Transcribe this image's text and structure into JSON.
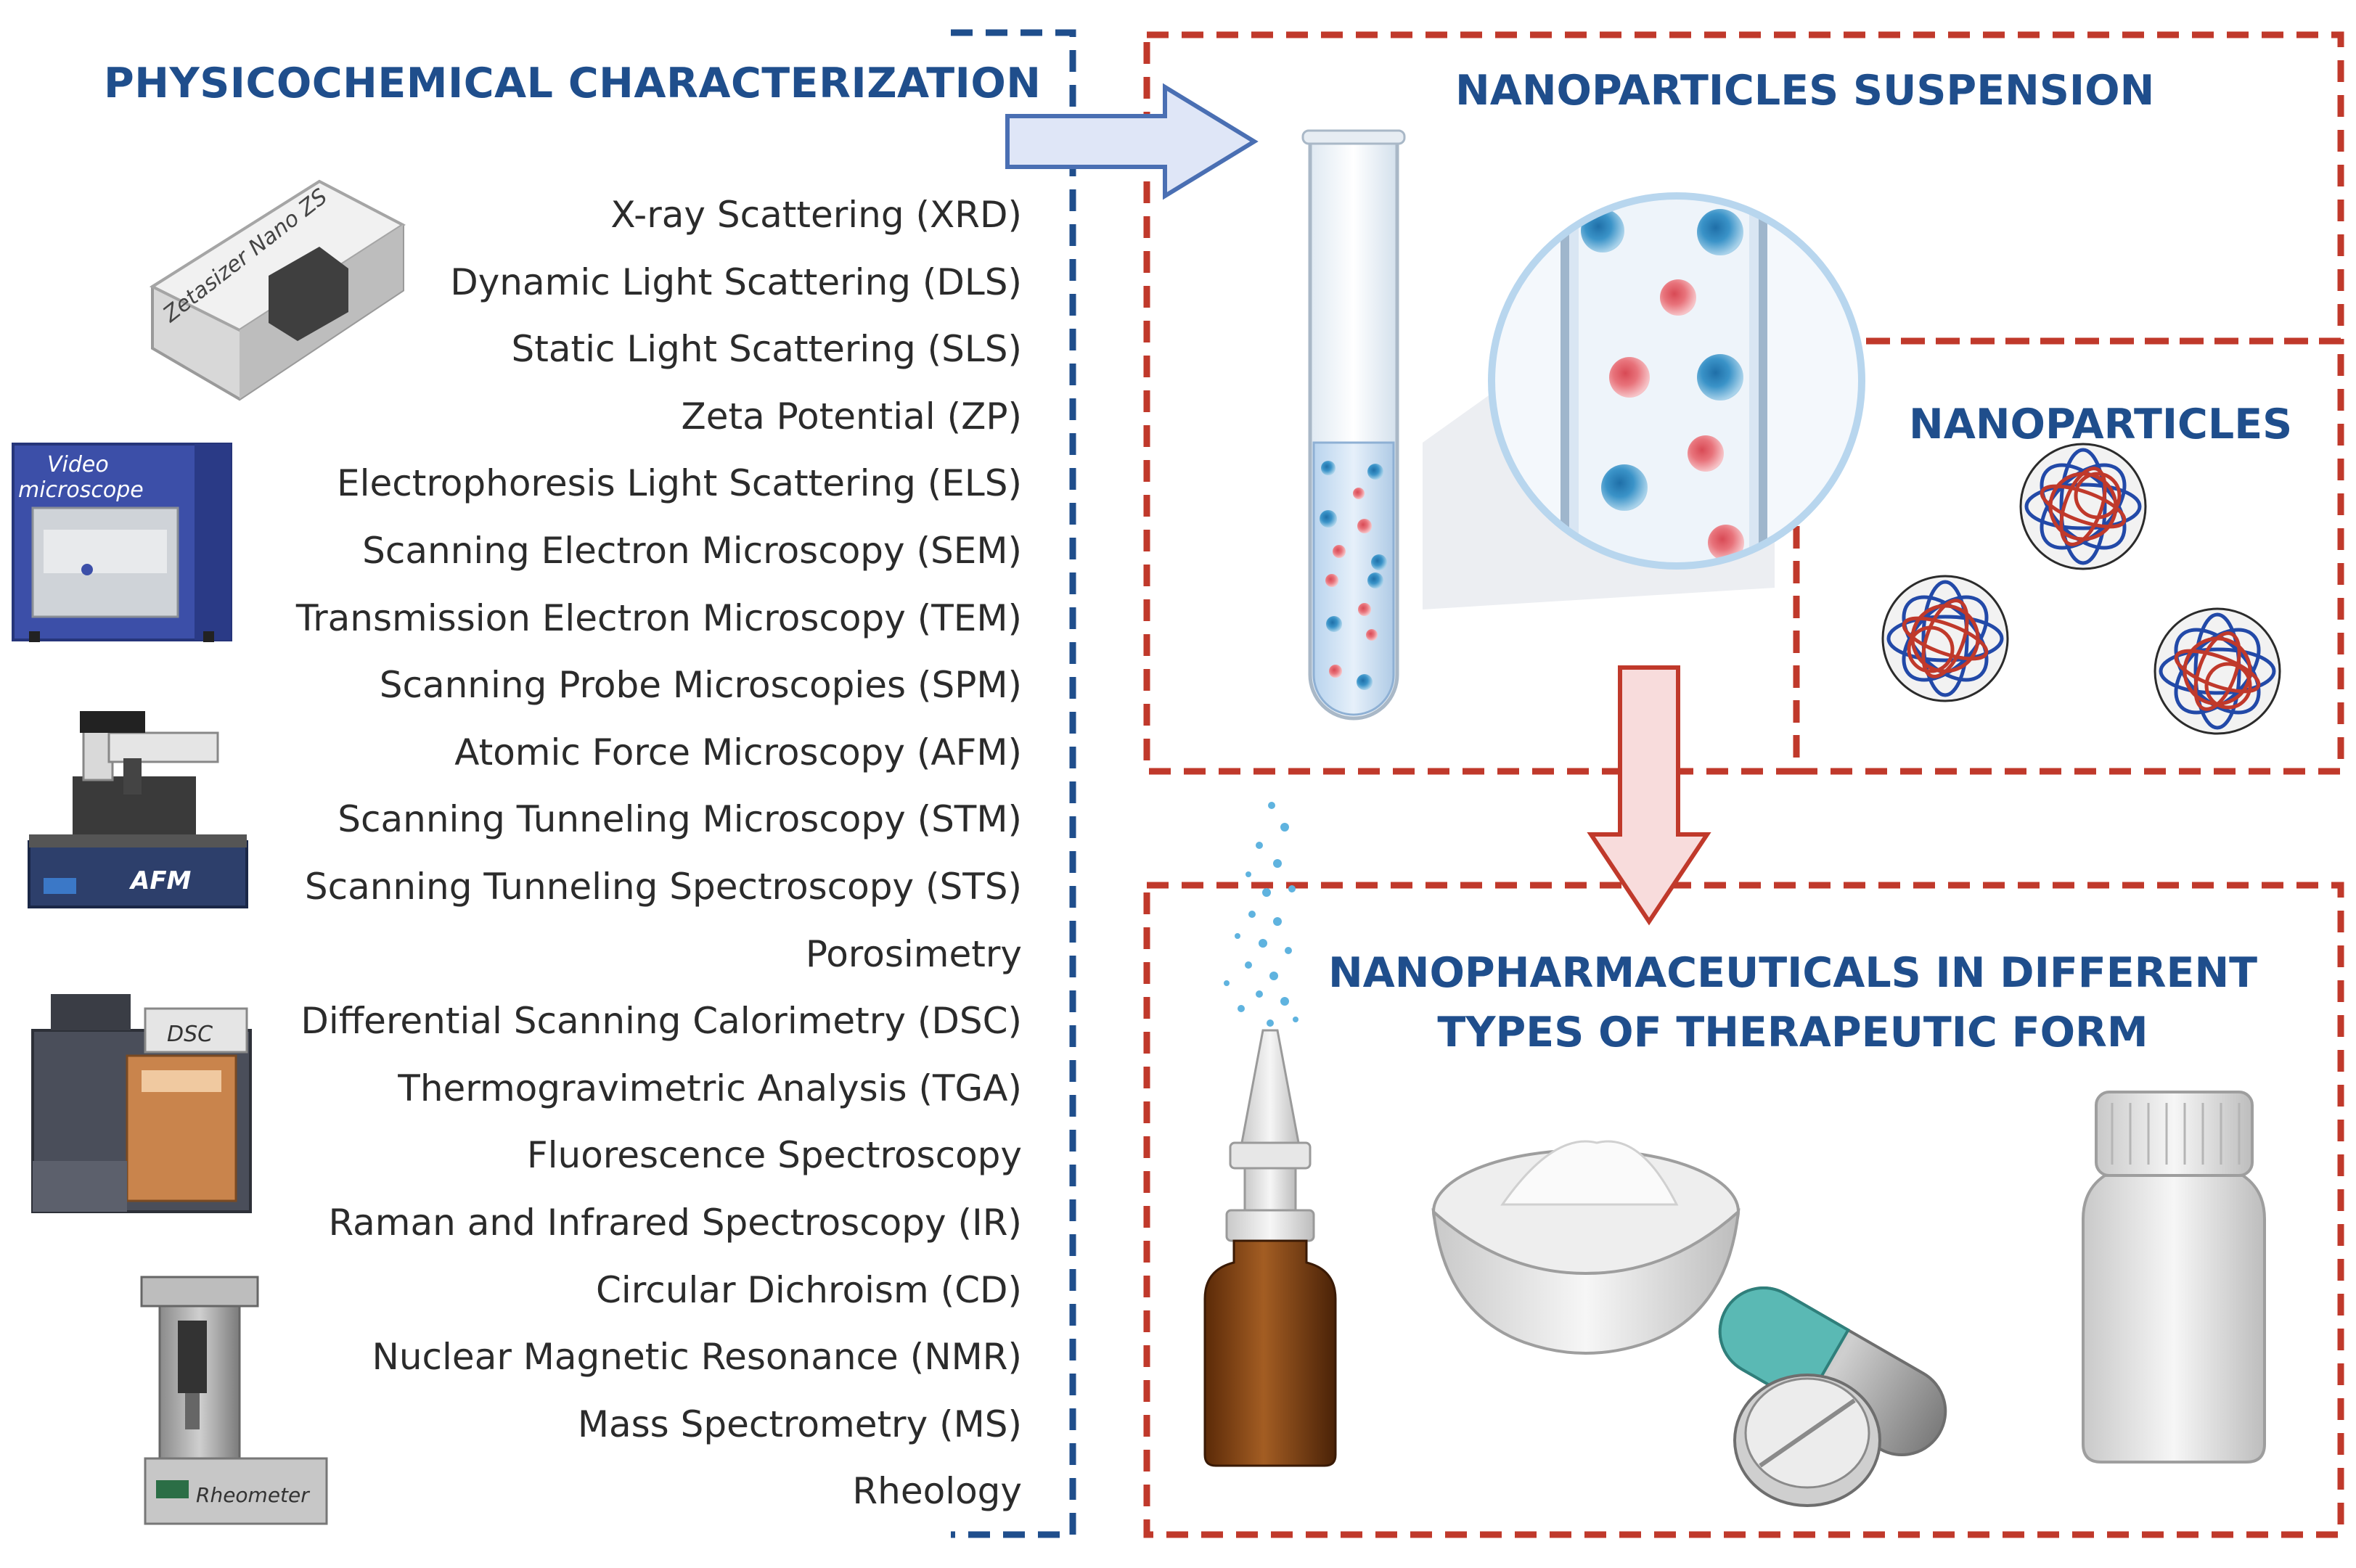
{
  "headers": {
    "physicochemical": "PHYSICOCHEMICAL CHARACTERIZATION",
    "suspension": "NANOPARTICLES SUSPENSION",
    "nanoparticles": "NANOPARTICLES",
    "nanopharma": "NANOPHARMACEUTICALS IN DIFFERENT TYPES OF THERAPEUTIC FORM"
  },
  "methods": [
    "X-ray Scattering (XRD)",
    "Dynamic Light Scattering (DLS)",
    "Static Light Scattering (SLS)",
    "Zeta Potential (ZP)",
    "Electrophoresis Light Scattering (ELS)",
    "Scanning Electron Microscopy (SEM)",
    "Transmission Electron Microscopy (TEM)",
    "Scanning Probe Microscopies (SPM)",
    "Atomic Force Microscopy (AFM)",
    "Scanning Tunneling  Microscopy (STM)",
    "Scanning Tunneling Spectroscopy (STS)",
    "Porosimetry",
    "Differential Scanning Calorimetry (DSC)",
    "Thermogravimetric Analysis (TGA)",
    "Fluorescence Spectroscopy",
    "Raman and Infrared Spectroscopy (IR)",
    "Circular Dichroism (CD)",
    "Nuclear Magnetic Resonance (NMR)",
    "Mass Spectrometry (MS)",
    "Rheology"
  ],
  "instrument_labels": {
    "zetasizer": "Zetasizer Nano ZS",
    "video_microscope_1": "Video",
    "video_microscope_2": "microscope",
    "afm": "AFM",
    "dsc": "DSC",
    "rheometer": "Rheometer"
  },
  "colors": {
    "header_blue": "#1f4e8c",
    "left_border": "#1f4e8c",
    "right_border": "#c0392b",
    "arrow_blue_fill": "#dfe6f7",
    "arrow_red_fill": "#f8dcdc",
    "particle_blue": "#3a93c8",
    "particle_red": "#e0606a"
  },
  "icons": [
    "zetasizer-icon",
    "video-microscope-icon",
    "afm-icon",
    "dsc-icon",
    "rheometer-icon",
    "test-tube-icon",
    "magnifier-icon",
    "nanoparticle-icon",
    "nasal-spray-icon",
    "bowl-powder-icon",
    "pills-icon",
    "bottle-icon"
  ]
}
